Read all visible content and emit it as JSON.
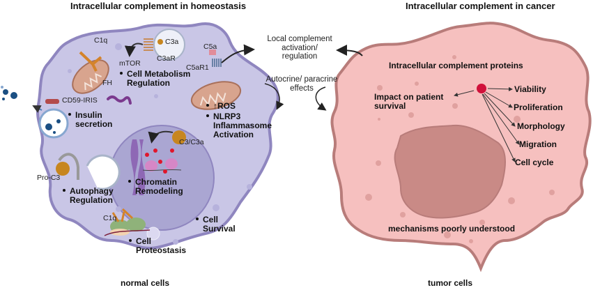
{
  "titles": {
    "left": "Intracellular complement in homeostasis",
    "right": "Intracellular complement in cancer",
    "left_footer": "normal cells",
    "right_footer": "tumor cells"
  },
  "middle": {
    "local": [
      "Local complement",
      "activation/",
      "regulation"
    ],
    "autocrine": [
      "Autocrine/ paracrine",
      "effects"
    ]
  },
  "normal_cell": {
    "labels": {
      "c1q_top": "C1q",
      "c3a": "C3a",
      "c3ar": "C3aR",
      "mtor": "mTOR",
      "c5a": "C5a",
      "c5ar1": "C5aR1",
      "fh": "FH",
      "cd59": "CD59-IRIS",
      "c3_c3a": "C3/C3a",
      "pro_c3": "Pro-C3",
      "c1q_bottom": "C1q"
    },
    "functions": {
      "metabolism": [
        "Cell Metabolism",
        "Regulation"
      ],
      "ros": "↑ROS",
      "nlrp3": [
        "NLRP3",
        "Inflammasome",
        "Activation"
      ],
      "insulin": [
        "Insulin",
        "secretion"
      ],
      "chromatin": [
        "Chromatin",
        "Remodeling"
      ],
      "autophagy": [
        "Autophagy",
        "Regulation"
      ],
      "survival": [
        "Cell",
        "Survival"
      ],
      "proteostasis": [
        "Cell",
        "Proteostasis"
      ]
    }
  },
  "tumor_cell": {
    "header": "Intracellular complement proteins",
    "impact": [
      "Impact on patient",
      "survival"
    ],
    "effects": [
      "Viability",
      "Proliferation",
      "Morphology",
      "Migration",
      "Cell cycle"
    ],
    "footer_note": "mechanisms poorly understood"
  },
  "colors": {
    "normal_fill": "#c9c6e6",
    "normal_stroke": "#8f86bf",
    "nucleus_fill": "#aaa6d2",
    "tumor_fill": "#f6c0bf",
    "tumor_stroke": "#b87c7a",
    "tumor_nucleus": "#c98a86",
    "protein_dot": "#d0103a",
    "mito_fill": "#d8a48e",
    "complement_gold": "#c7861f"
  }
}
